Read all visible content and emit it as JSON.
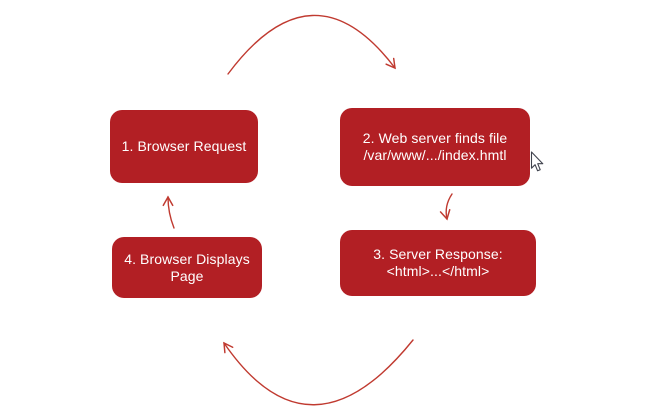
{
  "diagram": {
    "description": "Web request lifecycle diagram with four steps in a clockwise loop",
    "boxes": [
      {
        "step": 1,
        "lines": [
          "1. Browser Request"
        ]
      },
      {
        "step": 2,
        "lines": [
          "2. Web server finds file",
          "/var/www/.../index.hmtl"
        ]
      },
      {
        "step": 3,
        "lines": [
          "3. Server Response:",
          "<html>...</html>"
        ]
      },
      {
        "step": 4,
        "lines": [
          "4. Browser Displays",
          "Page"
        ]
      }
    ],
    "arrows": [
      {
        "from": "step-1",
        "to": "step-2",
        "shape": "arc-over-top"
      },
      {
        "from": "step-2",
        "to": "step-3",
        "shape": "short-down"
      },
      {
        "from": "step-3",
        "to": "step-4",
        "shape": "arc-under-bottom"
      },
      {
        "from": "step-4",
        "to": "step-1",
        "shape": "short-up"
      }
    ],
    "colors": {
      "box_fill": "#b21f24",
      "box_text": "#ffffff",
      "arrow": "#c03a30",
      "background": "#ffffff",
      "cursor_fill": "#ffffff",
      "cursor_outline": "#40434e"
    }
  }
}
